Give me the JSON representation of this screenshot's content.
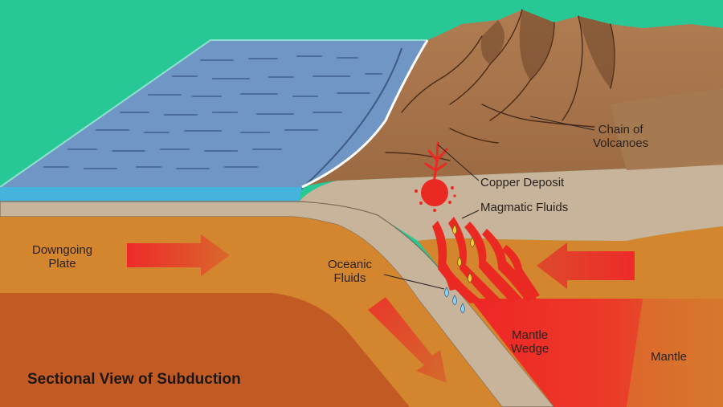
{
  "title": "Sectional View of Subduction",
  "labels": {
    "chain_of_volcanoes": [
      "Chain of",
      "Volcanoes"
    ],
    "copper_deposit": "Copper Deposit",
    "magmatic_fluids": "Magmatic Fluids",
    "downgoing_plate": [
      "Downgoing",
      "Plate"
    ],
    "oceanic_fluids": [
      "Oceanic",
      "Fluids"
    ],
    "mantle_wedge": [
      "Mantle",
      "Wedge"
    ],
    "mantle": "Mantle"
  },
  "colors": {
    "background": "#27c896",
    "ocean": "#6f96c4",
    "ocean_edge": "#46b3dc",
    "crust": "#c8b49b",
    "plate": "#d4862e",
    "deep_plate": "#c25a24",
    "mantle_wedge": "#ea2f26",
    "mountains": "#a8744b",
    "arrow": "#e8342a"
  }
}
